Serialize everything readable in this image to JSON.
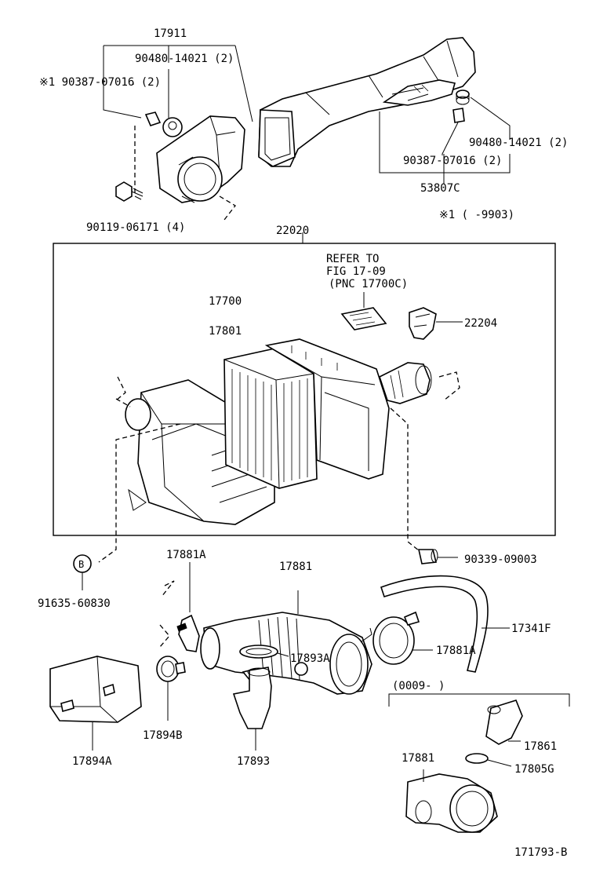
{
  "labels": {
    "p17911": "17911",
    "p90480_left": "90480-14021 (2)",
    "p90387_left": "※1 90387-07016 (2)",
    "p90119": "90119-06171 (4)",
    "p90480_right": "90480-14021 (2)",
    "p90387_right": "90387-07016 (2)",
    "p53807C": "53807C",
    "note1": "※1 (     -9903)",
    "p22020": "22020",
    "refer1": "REFER TO",
    "refer2": "FIG 17-09",
    "refer3": "(PNC 17700C)",
    "p17700": "17700",
    "p17801": "17801",
    "p22204": "22204",
    "p90339": "90339-09003",
    "circleB": "B",
    "p91635": "91635-60830",
    "p17881A_top": "17881A",
    "p17881_main": "17881",
    "p17341F": "17341F",
    "p17893A": "17893A",
    "p17881A_right": "17881A",
    "p17894A": "17894A",
    "p17894B": "17894B",
    "p17893": "17893",
    "range": "(0009-      )",
    "p17881_inset": "17881",
    "p17861": "17861",
    "p17805G": "17805G",
    "figure_id": "171793-B"
  }
}
